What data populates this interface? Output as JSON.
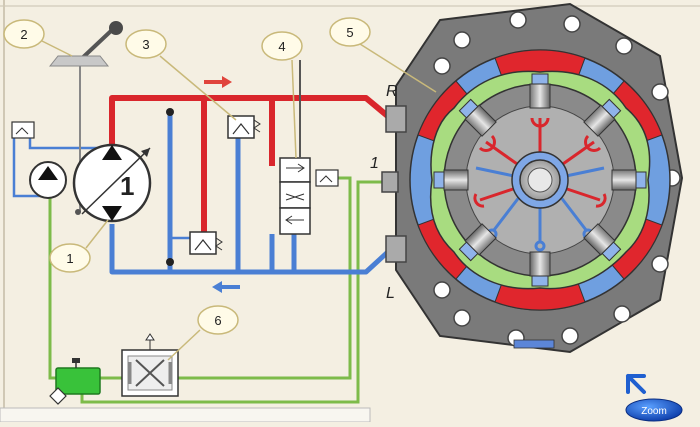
{
  "callouts": {
    "c1": "1",
    "c2": "2",
    "c3": "3",
    "c4": "4",
    "c5": "5",
    "c6": "6"
  },
  "pump": {
    "number": "1"
  },
  "ports": {
    "r": "R",
    "l": "L",
    "one": "1"
  },
  "zoom_button": {
    "label": "Zoom"
  },
  "colors": {
    "pressure_line": "#d9262c",
    "return_line": "#4a7fd4",
    "drain_line": "#7dbb4a",
    "motor_red": "#e0262d",
    "motor_blue": "#6f9fe0",
    "motor_green": "#a8dc80",
    "reservoir": "#39c23a",
    "background": "#f4efe2"
  }
}
